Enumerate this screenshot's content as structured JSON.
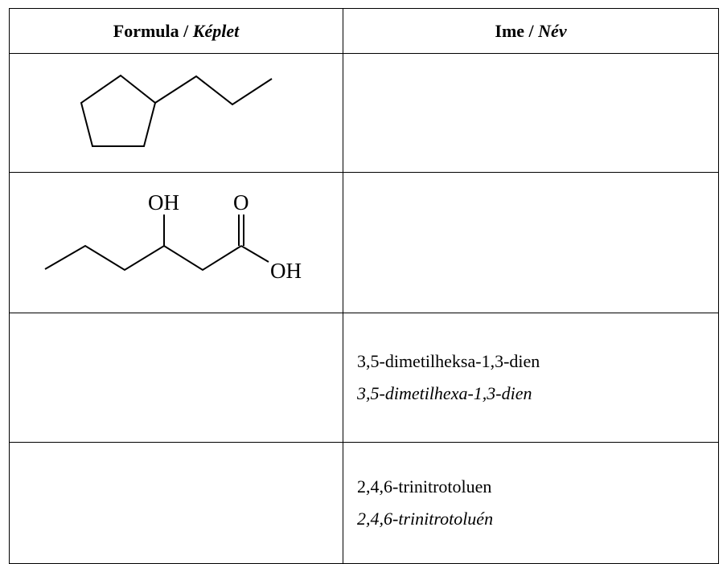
{
  "table": {
    "header": {
      "formula_text": "Formula / ",
      "formula_italic": "Képlet",
      "name_text": "Ime / ",
      "name_italic": "Név"
    },
    "rows": [
      {
        "structure": "propylcyclopentane skeletal formula",
        "name_hr": "",
        "name_hu": ""
      },
      {
        "structure": "3-hydroxyhexanoic acid skeletal formula",
        "labels": {
          "oh_top": "OH",
          "o_carbonyl": "O",
          "oh_acid": "OH"
        },
        "name_hr": "",
        "name_hu": ""
      },
      {
        "structure": "",
        "name_hr": "3,5-dimetilheksa-1,3-dien",
        "name_hu": "3,5-dimetilhexa-1,3-dien"
      },
      {
        "structure": "",
        "name_hr": "2,4,6-trinitrotoluen",
        "name_hu": "2,4,6-trinitrotoluén"
      }
    ]
  }
}
